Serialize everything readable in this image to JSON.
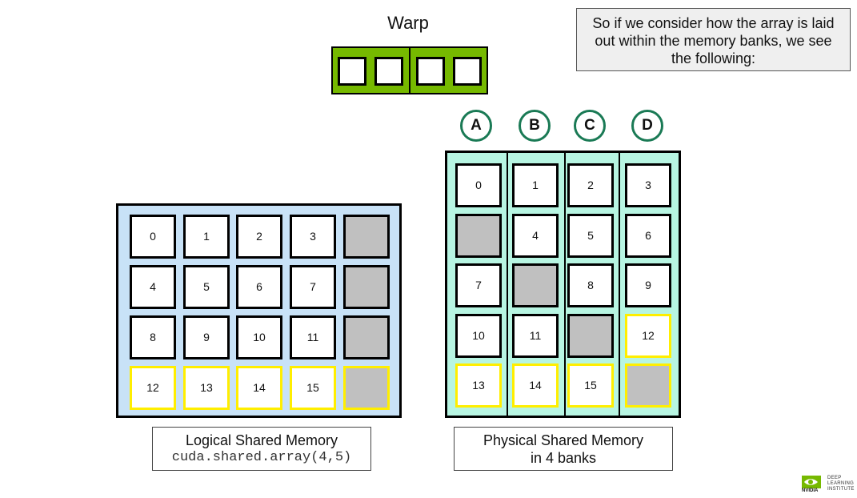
{
  "warp": {
    "title": "Warp"
  },
  "note": {
    "text": "So if we consider how the array is laid out within the memory banks, we see the following:"
  },
  "banks": [
    "A",
    "B",
    "C",
    "D"
  ],
  "logical": {
    "cells": [
      [
        "0",
        "1",
        "2",
        "3",
        ""
      ],
      [
        "4",
        "5",
        "6",
        "7",
        ""
      ],
      [
        "8",
        "9",
        "10",
        "11",
        ""
      ],
      [
        "12",
        "13",
        "14",
        "15",
        ""
      ]
    ],
    "caption_line1": "Logical Shared Memory",
    "caption_line2": "cuda.shared.array(4,5)"
  },
  "physical": {
    "cells": [
      [
        "0",
        "1",
        "2",
        "3"
      ],
      [
        "",
        "4",
        "5",
        "6"
      ],
      [
        "7",
        "",
        "8",
        "9"
      ],
      [
        "10",
        "11",
        "",
        "12"
      ],
      [
        "13",
        "14",
        "15",
        ""
      ]
    ],
    "caption_line1": "Physical Shared Memory",
    "caption_line2": "in 4 banks"
  },
  "logo": {
    "line1": "DEEP",
    "line2": "LEARNING",
    "line3": "INSTITUTE",
    "brand": "NVIDIA"
  },
  "colors": {
    "warp_green": "#76b900",
    "logical_bg": "#c8e2f7",
    "physical_bg": "#b7f5e2",
    "highlight": "#ffee00",
    "padding": "#c0c0c0",
    "bank_circle": "#1a7a55"
  }
}
